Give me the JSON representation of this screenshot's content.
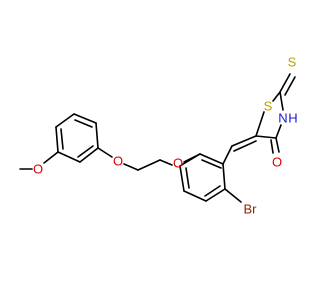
{
  "molecule": {
    "atoms": {
      "sulfur_ring": "S",
      "sulfur_thione": "S",
      "nitrogen": "N",
      "nitrogen_h": "H",
      "oxygen_carbonyl": "O",
      "oxygen_ether_1": "O",
      "oxygen_ether_2": "O",
      "oxygen_methoxy": "O",
      "bromine": "Br"
    },
    "colors": {
      "bond": "#000000",
      "sulfur": "#b8a100",
      "nitrogen": "#1a1acc",
      "oxygen": "#dd0000",
      "bromine": "#8b2500"
    }
  }
}
